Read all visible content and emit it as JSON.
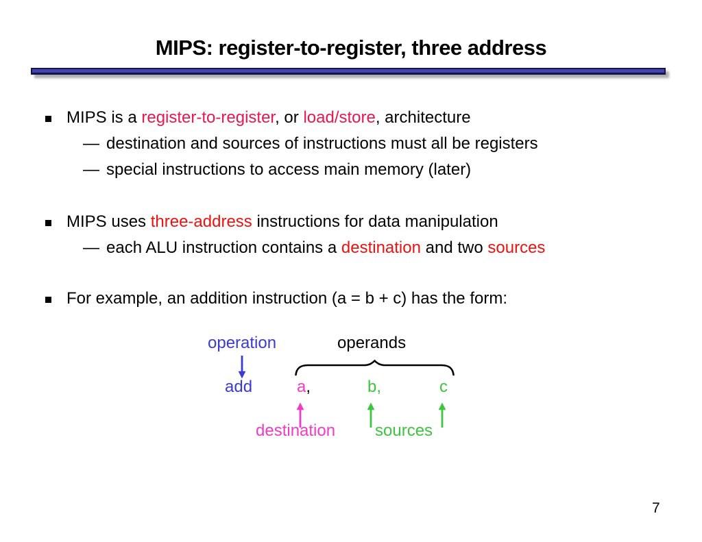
{
  "slide": {
    "title": "MIPS: register-to-register, three address",
    "page_number": "7"
  },
  "colors": {
    "text": "#000000",
    "crimson": "#e8174f",
    "red": "#ee1111",
    "blue": "#3a3ad4",
    "magenta": "#f03cc4",
    "green": "#3fc43f",
    "rule_fill": "#4543ae",
    "rule_border": "#15154d"
  },
  "content": {
    "b1": {
      "s0": "MIPS is a ",
      "s1": "register-to-register",
      "s2": ", or ",
      "s3": "load/store",
      "s4": ", architecture"
    },
    "b1a": {
      "dash": "—",
      "text": "destination and sources of instructions must all be registers"
    },
    "b1b": {
      "dash": "—",
      "text": "special instructions to access main memory (later)"
    },
    "b2": {
      "s0": "MIPS uses ",
      "s1": "three-address",
      "s2": " instructions for data manipulation"
    },
    "b2a": {
      "dash": "—",
      "s0": "each ALU instruction contains a ",
      "s1": "destination",
      "s2": " and two ",
      "s3": "sources"
    },
    "b3": {
      "text": "For example, an addition instruction (a = b + c) has the form:"
    }
  },
  "diagram": {
    "operation_label": "operation",
    "operands_label": "operands",
    "instruction": "add",
    "dest_operand": "a",
    "dest_comma": ",",
    "src_operand_1": "b,",
    "src_operand_2": "c",
    "destination_label": "destination",
    "sources_label": "sources"
  }
}
